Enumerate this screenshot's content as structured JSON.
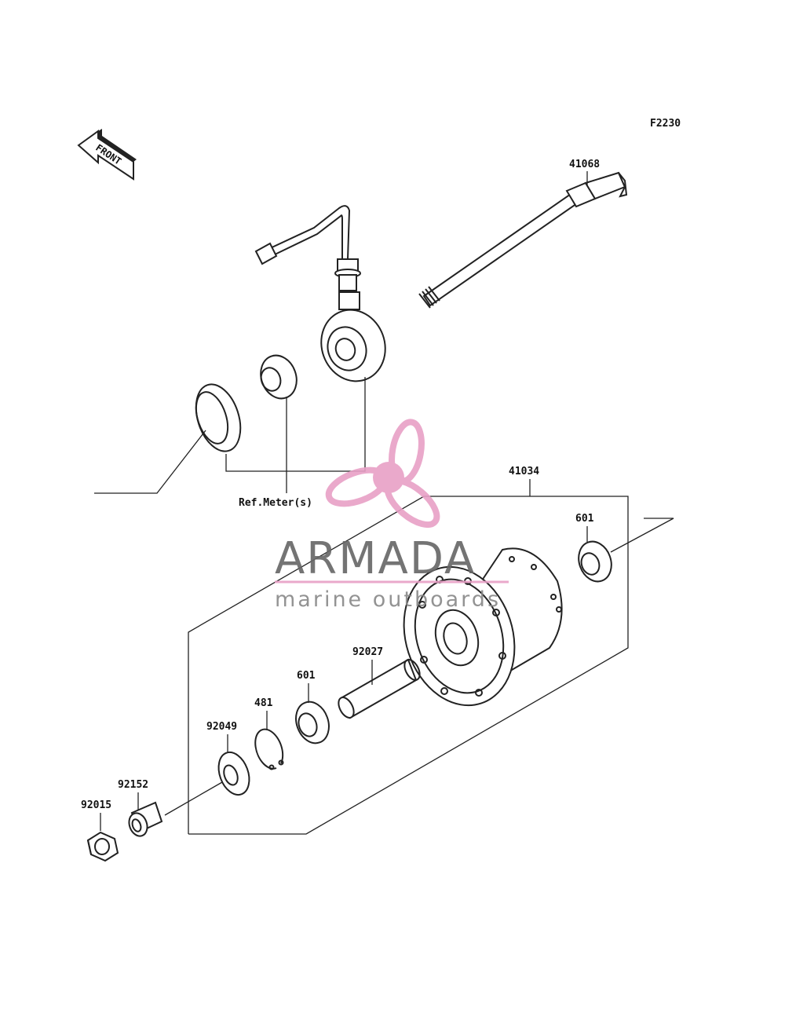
{
  "figure_code": "F2230",
  "front_label": "FRONT",
  "ref_note": "Ref.Meter(s)",
  "parts": {
    "axle": "41068",
    "hub": "41034",
    "bearing_right": "601",
    "spacer": "92027",
    "bearing_left": "601",
    "circlip": "481",
    "seal": "92049",
    "collar": "92152",
    "nut": "92015"
  },
  "watermark": {
    "brand": "ARMADA",
    "tagline": "marine outboards",
    "color": "#e8a0c6"
  }
}
